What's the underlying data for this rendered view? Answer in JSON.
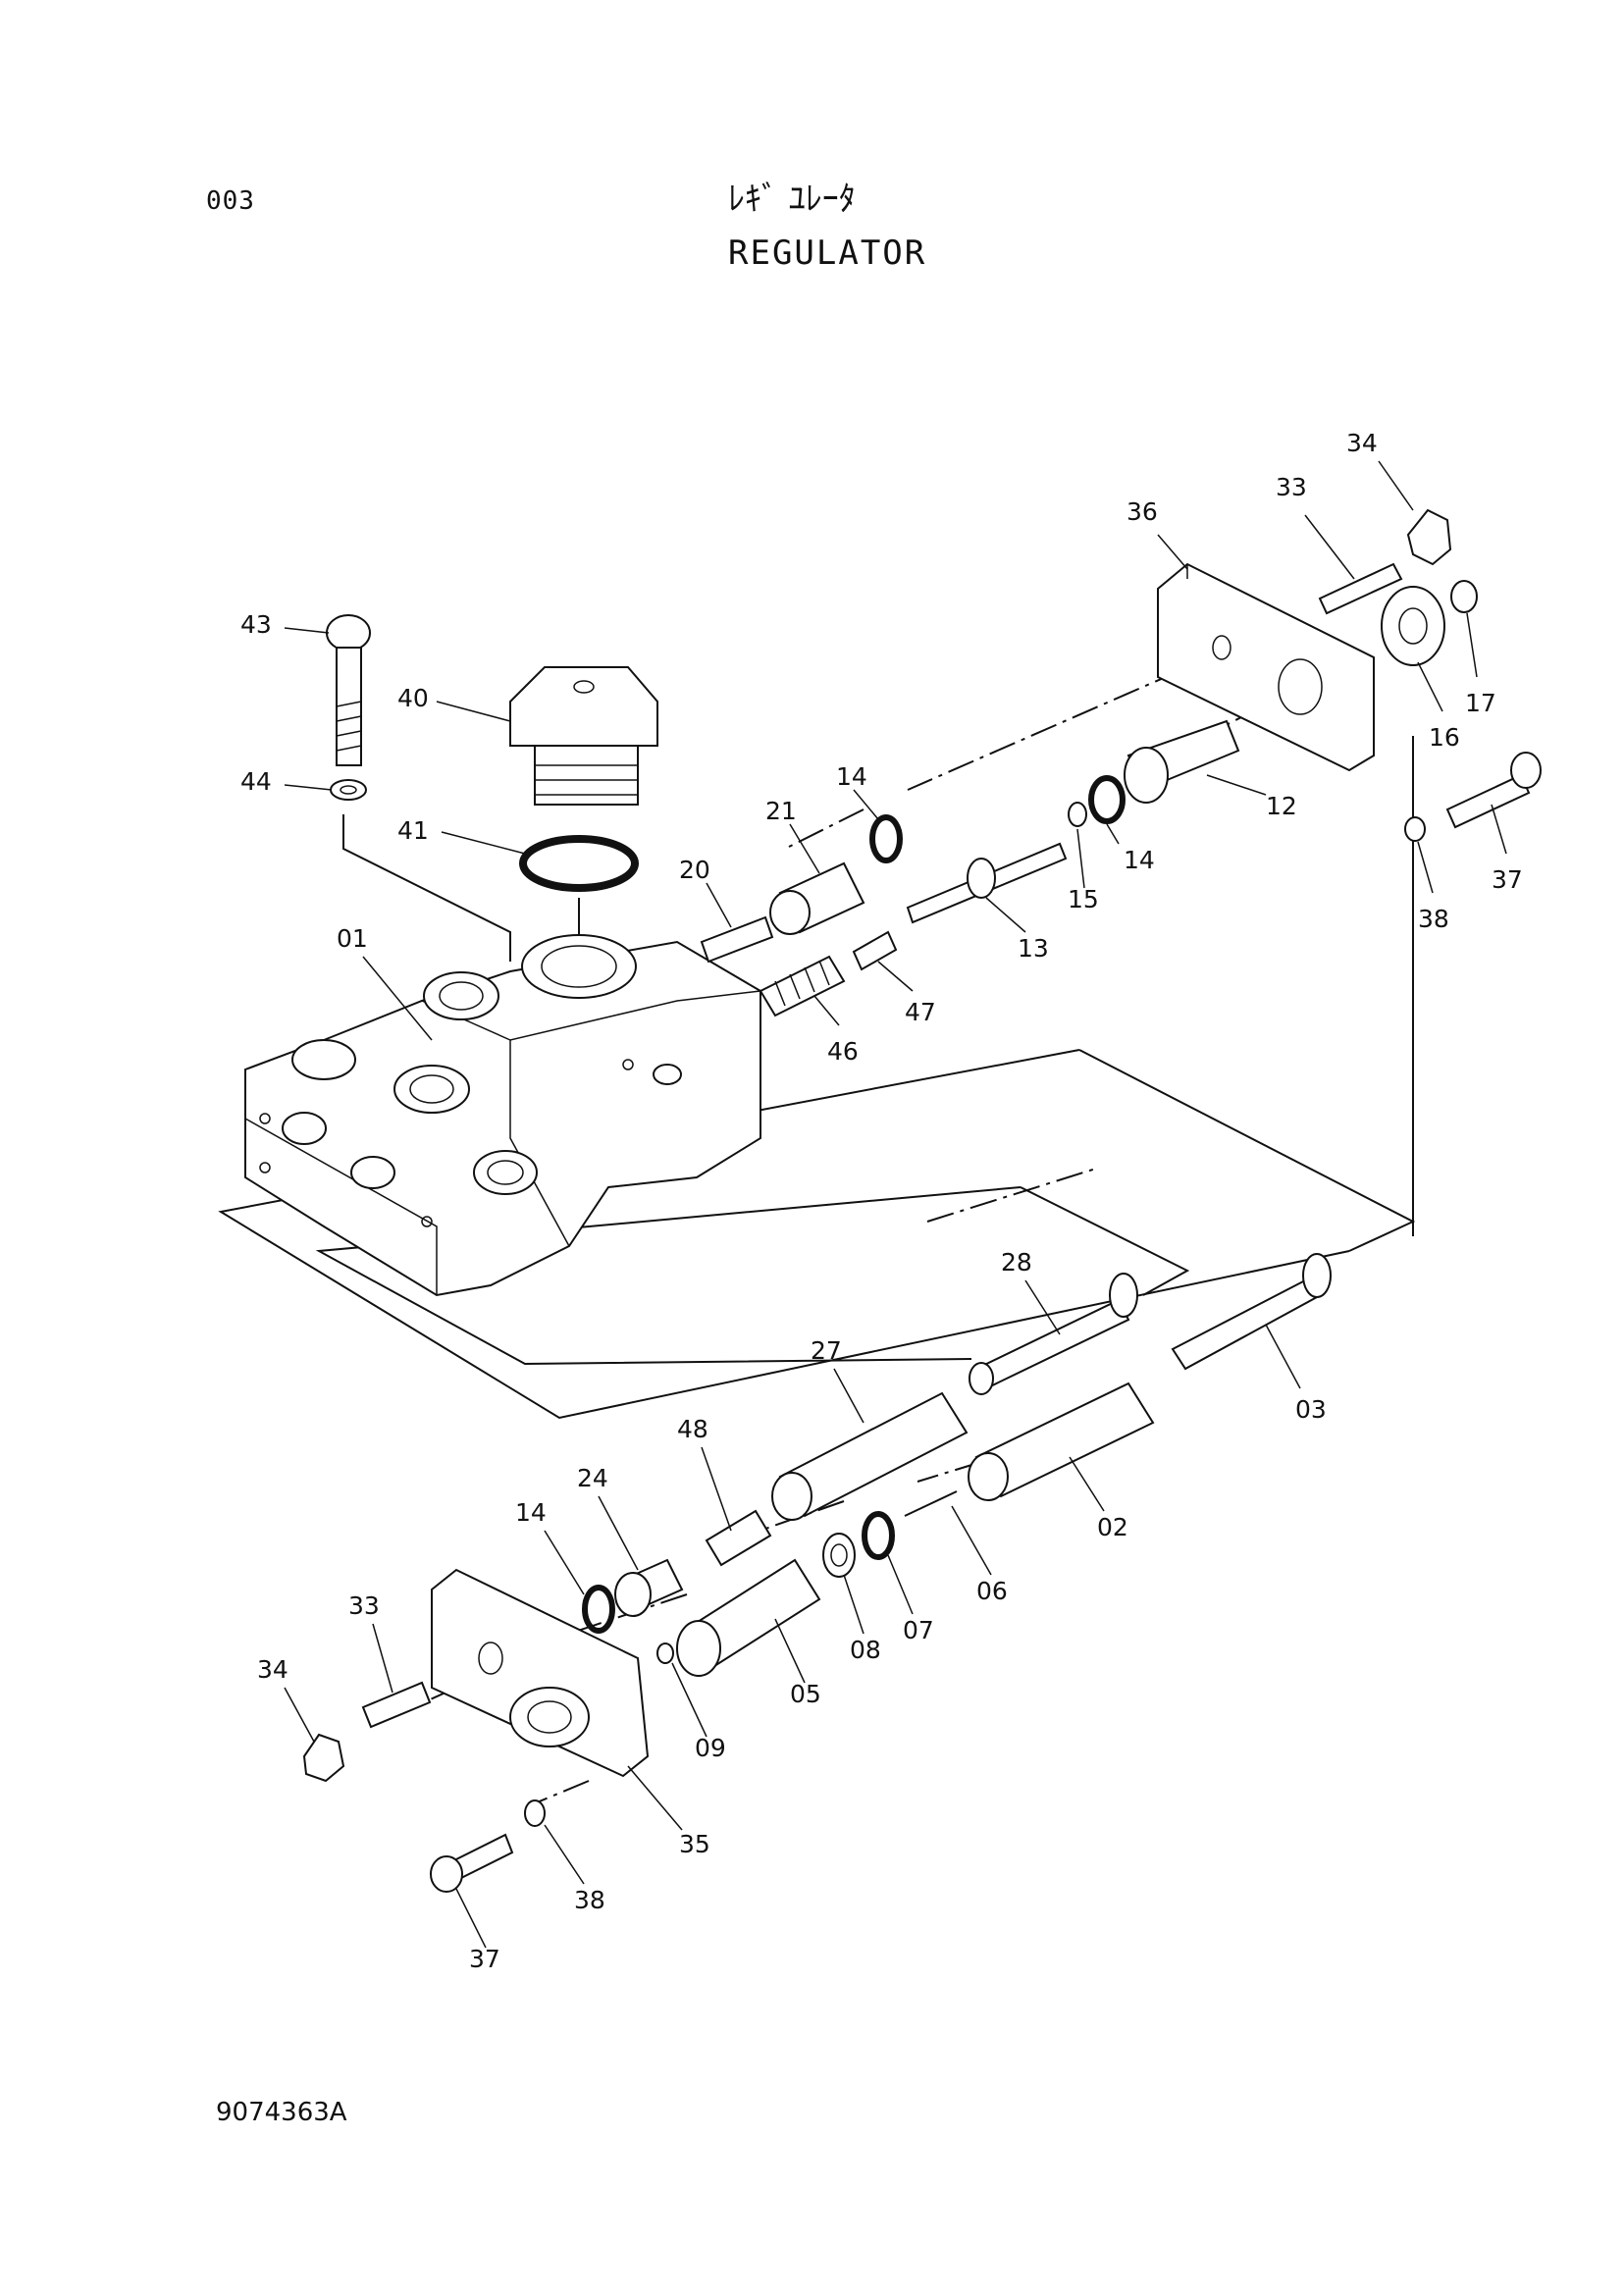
{
  "header": {
    "page_code": "003",
    "title_jp": "ﾚｷﾞ ﾕﾚｰﾀ",
    "title_en": "REGULATOR"
  },
  "footer": {
    "drawing_number": "9074363A"
  },
  "part_numbers": [
    "01",
    "02",
    "03",
    "05",
    "06",
    "07",
    "08",
    "09",
    "12",
    "13",
    "14",
    "15",
    "16",
    "17",
    "20",
    "21",
    "24",
    "27",
    "28",
    "33",
    "34",
    "35",
    "36",
    "37",
    "38",
    "40",
    "41",
    "43",
    "44",
    "46",
    "47",
    "48"
  ],
  "callouts": {
    "c34a": "34",
    "c33a": "33",
    "c36": "36",
    "c17": "17",
    "c16": "16",
    "c12": "12",
    "c37a": "37",
    "c38a": "38",
    "c43": "43",
    "c40": "40",
    "c44": "44",
    "c41": "41",
    "c14a": "14",
    "c21": "21",
    "c20": "20",
    "c14b": "14",
    "c15": "15",
    "c13": "13",
    "c47": "47",
    "c46": "46",
    "c01": "01",
    "c28": "28",
    "c27": "27",
    "c03": "03",
    "c48": "48",
    "c02": "02",
    "c24": "24",
    "c14c": "14",
    "c33b": "33",
    "c34b": "34",
    "c06": "06",
    "c07": "07",
    "c08": "08",
    "c05": "05",
    "c09": "09",
    "c35": "35",
    "c38b": "38",
    "c37b": "37"
  }
}
